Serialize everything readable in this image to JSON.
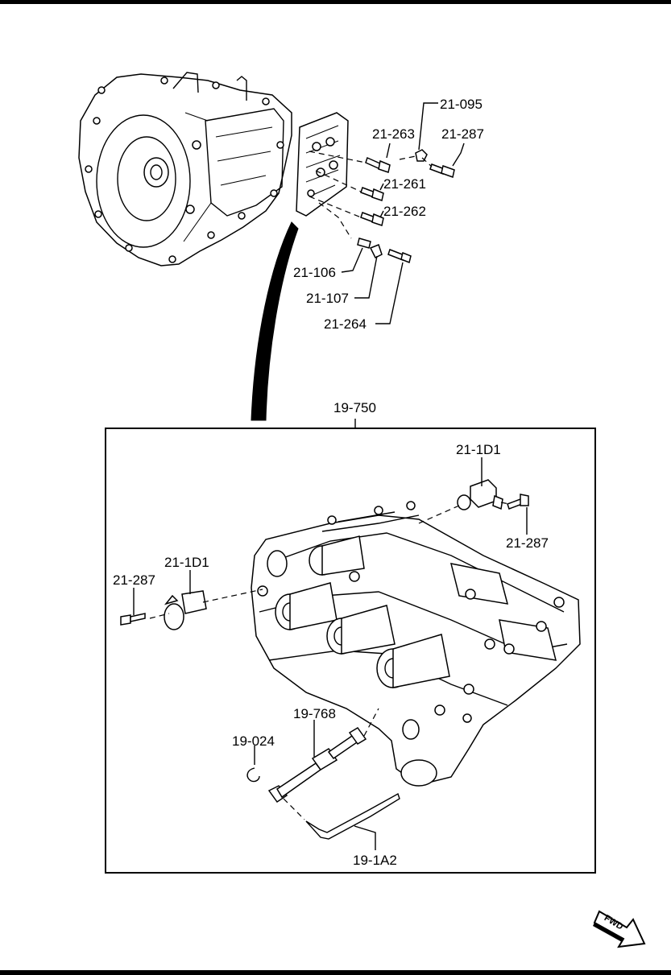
{
  "labels": {
    "l21_095": "21-095",
    "l21_263": "21-263",
    "l21_287_top": "21-287",
    "l21_261": "21-261",
    "l21_262": "21-262",
    "l21_106": "21-106",
    "l21_107": "21-107",
    "l21_264": "21-264",
    "l19_750": "19-750",
    "l21_1D1_right": "21-1D1",
    "l21_287_right": "21-287",
    "l21_1D1_left": "21-1D1",
    "l21_287_left": "21-287",
    "l19_768": "19-768",
    "l19_024": "19-024",
    "l19_1A2": "19-1A2"
  },
  "fwd_indicator": "FWD"
}
